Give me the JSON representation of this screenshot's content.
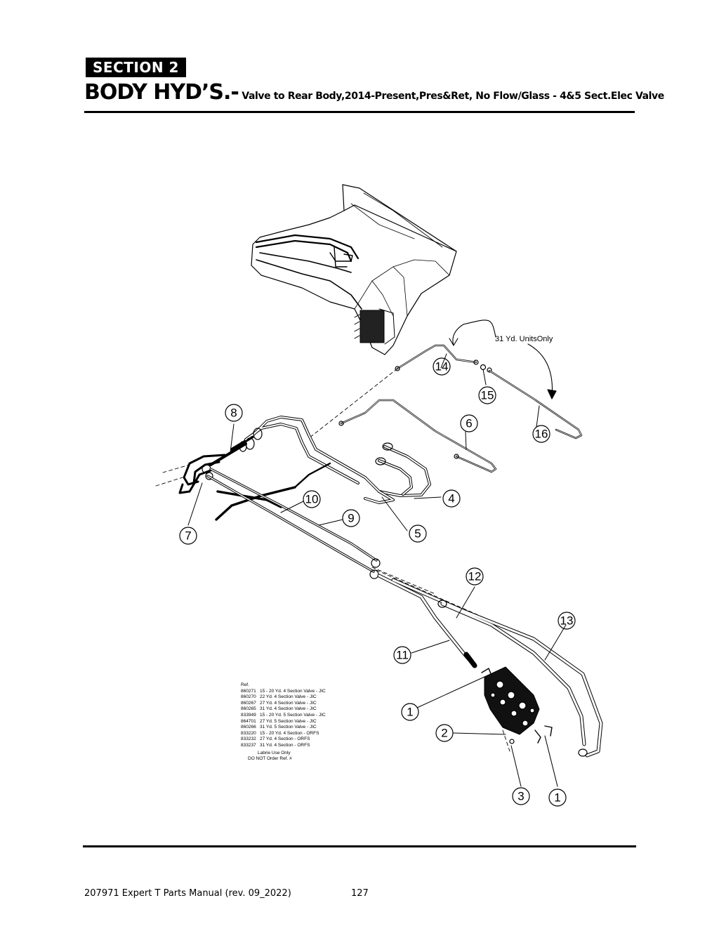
{
  "header": {
    "section": "SECTION 2",
    "title_main": "BODY HYD’S.-",
    "title_sub": "Valve to Rear Body,2014-Present,Pres&Ret, No Flow/Glass - 4&5 Sect.Elec Valve"
  },
  "diagram": {
    "note": "31 Yd. UnitsOnly",
    "callouts": [
      "14",
      "15",
      "8",
      "6",
      "16",
      "4",
      "10",
      "9",
      "7",
      "5",
      "12",
      "13",
      "11",
      "1",
      "2",
      "3",
      "1"
    ]
  },
  "ref_table": {
    "heading": "Ref.",
    "rows": [
      {
        "code": "860271",
        "desc": "15 - 20 Yd. 4 Section Valve - JIC"
      },
      {
        "code": "860270",
        "desc": "22 Yd. 4 Section Valve - JIC"
      },
      {
        "code": "860267",
        "desc": "27 Yd. 4 Section Valve - JIC"
      },
      {
        "code": "860265",
        "desc": "31 Yd. 4 Section Valve - JIC"
      },
      {
        "code": "833949",
        "desc": "15 - 20 Yd. 5 Section Valve - JIC"
      },
      {
        "code": "864701",
        "desc": "27 Yd. 5 Section Valve - JIC"
      },
      {
        "code": "860266",
        "desc": "31 Yd. 5 Section Valve - JIC"
      },
      {
        "code": "833220",
        "desc": "15 - 20 Yd. 4 Section - ORFS"
      },
      {
        "code": "833232",
        "desc": "27 Yd. 4 Section - ORFS"
      },
      {
        "code": "833237",
        "desc": "31 Yd. 4 Section - ORFS"
      }
    ],
    "footer_line1": "Labrie Use Only",
    "footer_line2": "DO NOT Order Ref. #"
  },
  "footer": {
    "manual": "207971 Expert T Parts Manual (rev. 09_2022)",
    "page": "127"
  }
}
